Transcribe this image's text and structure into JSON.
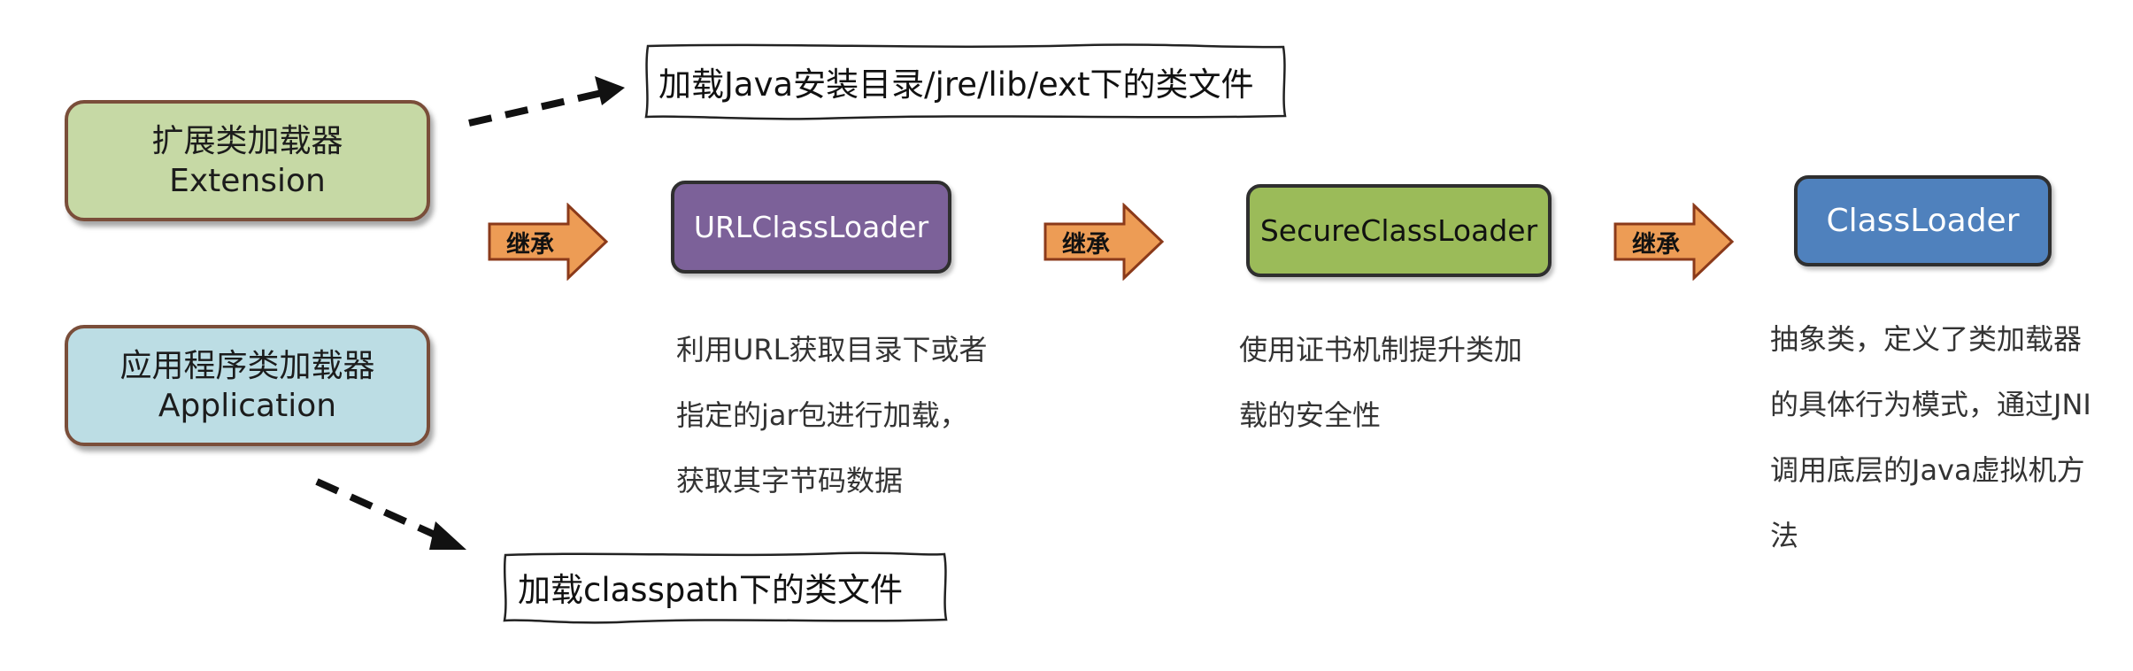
{
  "left_loaders": [
    {
      "title": "扩展类加载器",
      "subtitle": "Extension",
      "fill": "#c6d9a5"
    },
    {
      "title": "应用程序类加载器",
      "subtitle": "Application",
      "fill": "#bcdde4"
    }
  ],
  "notes": [
    {
      "text": "加载Java安装目录/jre/lib/ext下的类文件"
    },
    {
      "text": "加载classpath下的类文件"
    }
  ],
  "chain": [
    {
      "name": "URLClassLoader",
      "fill": "#7c6199",
      "text_color": "#ffffff",
      "description": "利用URL获取目录下或者指定的jar包进行加载，获取其字节码数据"
    },
    {
      "name": "SecureClassLoader",
      "fill": "#9bbb59",
      "text_color": "#111111",
      "description": "使用证书机制提升类加载的安全性"
    },
    {
      "name": "ClassLoader",
      "fill": "#4f81bd",
      "text_color": "#ffffff",
      "description": "抽象类，定义了类加载器的具体行为模式，通过JNI调用底层的Java虚拟机方法"
    }
  ],
  "inherit_label": "继承",
  "colors": {
    "arrow_fill": "#ed9c55",
    "arrow_stroke": "#8b3a1a",
    "dashed_arrow": "#111111"
  }
}
